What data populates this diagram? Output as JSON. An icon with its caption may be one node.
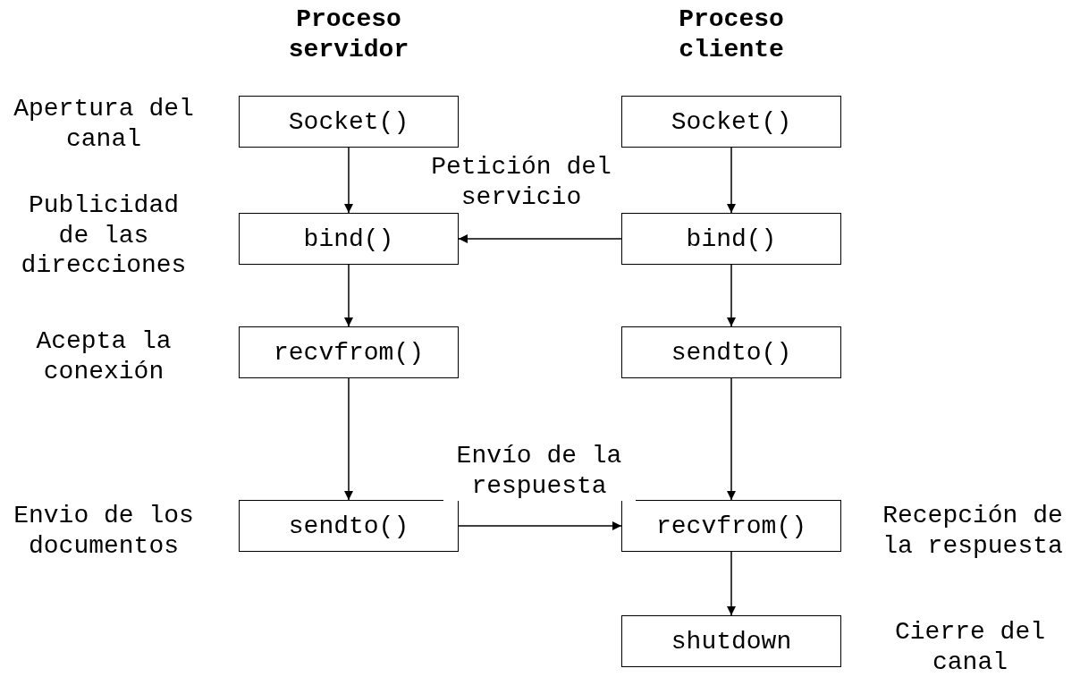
{
  "diagram": {
    "nodes": [
      {
        "text": [
          "Socket()"
        ]
      },
      {
        "text": [
          "Socket()"
        ]
      },
      {
        "text": [
          "bind()"
        ]
      },
      {
        "text": [
          "bind()"
        ]
      },
      {
        "text": [
          "recvfrom()"
        ]
      },
      {
        "text": [
          "sendto()"
        ]
      },
      {
        "text": [
          "sendto()"
        ]
      },
      {
        "text": [
          "recvfrom()"
        ]
      },
      {
        "text": [
          "shutdown"
        ]
      }
    ],
    "edges": [
      {
        "from": 0,
        "to": 2,
        "arrow": "to"
      },
      {
        "from": 2,
        "to": 4,
        "arrow": "to"
      },
      {
        "from": 4,
        "to": 6,
        "arrow": "to"
      },
      {
        "from": 1,
        "to": 3,
        "arrow": "to"
      },
      {
        "from": 3,
        "to": 5,
        "arrow": "to"
      },
      {
        "from": 5,
        "to": 7,
        "arrow": "to"
      },
      {
        "from": 7,
        "to": 8,
        "arrow": "to"
      },
      {
        "from": 3,
        "to": 2,
        "arrow": "to",
        "label": "Petición del servicio"
      },
      {
        "from": 6,
        "to": 7,
        "arrow": "to",
        "label": "Envío de la respuesta"
      }
    ],
    "labels": [
      "Proceso servidor",
      "Proceso cliente",
      "Apertura del canal",
      "Publicidad de las direcciones",
      "Acepta la conexión",
      "Envio de los documentos",
      "Recepción de la respuesta",
      "Cierre del canal"
    ]
  }
}
